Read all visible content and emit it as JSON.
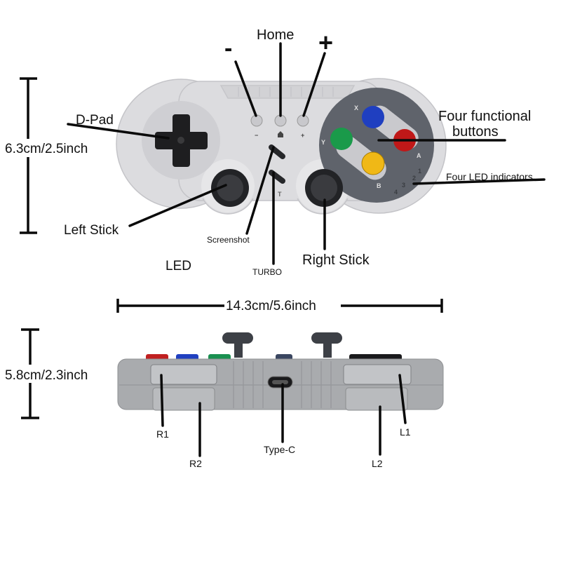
{
  "title": "Controller diagram",
  "dimensions": {
    "height_front": "6.3cm/2.5inch",
    "width": "14.3cm/5.6inch",
    "depth_side": "5.8cm/2.3inch"
  },
  "callouts_front": {
    "minus": "-",
    "home": "Home",
    "plus": "+",
    "dpad": "D-Pad",
    "four_functional_line1": "Four functional",
    "four_functional_line2": "buttons",
    "four_led": "Four LED indicators",
    "left_stick": "Left Stick",
    "screenshot": "Screenshot",
    "led": "LED",
    "turbo": "TURBO",
    "right_stick": "Right Stick"
  },
  "controller_markings": {
    "x": "X",
    "y": "Y",
    "a": "A",
    "b": "B",
    "minus": "−",
    "plus": "+",
    "turbo": "T",
    "led1": "1",
    "led2": "2",
    "led3": "3",
    "led4": "4"
  },
  "callouts_side": {
    "r1": "R1",
    "r2": "R2",
    "type_c": "Type-C",
    "l1": "L1",
    "l2": "L2"
  },
  "colors": {
    "body": "#dcdcdf",
    "face_panel": "#5f636b",
    "x_button": "#1f3fc0",
    "a_button": "#c01818",
    "y_button": "#1a9a4a",
    "b_button": "#f0b816",
    "side_body": "#a9abae"
  }
}
